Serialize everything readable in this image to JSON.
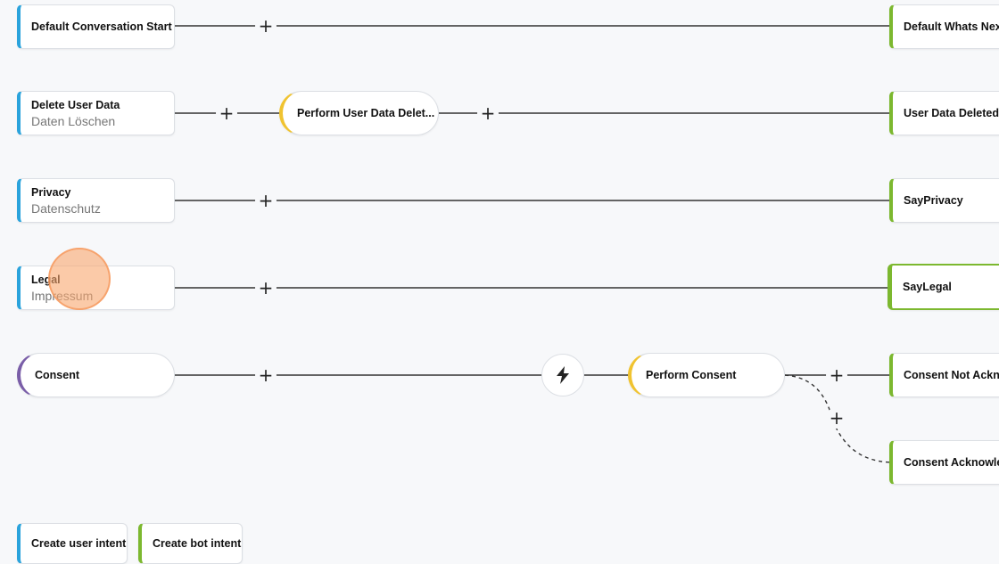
{
  "flows": [
    {
      "intent_title": "Default Conversation Start",
      "intent_sub": "",
      "response_title": "Default Whats Next"
    },
    {
      "intent_title": "Delete User Data",
      "intent_sub": "Daten Löschen",
      "action_title": "Perform User Data Delet...",
      "response_title": "User Data Deleted"
    },
    {
      "intent_title": "Privacy",
      "intent_sub": "Datenschutz",
      "response_title": "SayPrivacy"
    },
    {
      "intent_title": "Legal",
      "intent_sub": "Impressum",
      "response_title": "SayLegal"
    },
    {
      "event_title": "Consent",
      "action_title": "Perform Consent",
      "response_title": "Consent Not Ackno",
      "alt_response_title": "Consent Acknowled"
    }
  ],
  "plus_symbol": "+",
  "icons": {
    "trigger": "lightning-bolt-icon",
    "add": "plus-icon"
  },
  "footer": {
    "create_user_intent": "Create user intent",
    "create_bot_intent": "Create bot intent"
  },
  "colors": {
    "user_intent": "#2aa3dc",
    "bot_intent": "#7cb82f",
    "action": "#f0c330",
    "event": "#7a5ea8",
    "cursor": "#f9a76e"
  }
}
